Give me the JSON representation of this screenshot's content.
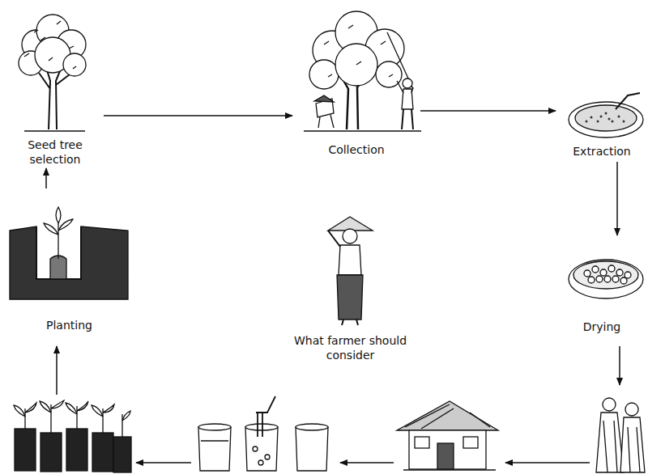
{
  "diagram": {
    "nodes": [
      {
        "text": [
          "Seed tree selection"
        ]
      },
      {
        "text": [
          "Collection"
        ]
      },
      {
        "text": [
          "Extraction"
        ]
      },
      {
        "text": [
          "Drying"
        ]
      },
      {
        "text": [
          "Planting"
        ]
      }
    ],
    "edges": [
      {
        "from": 0,
        "to": 1,
        "arrow": "to"
      },
      {
        "from": 1,
        "to": 2,
        "arrow": "to"
      },
      {
        "from": 2,
        "to": 3,
        "arrow": "to"
      },
      {
        "from": 4,
        "to": 0,
        "arrow": "to"
      }
    ],
    "labels": [
      "What farmer should consider"
    ]
  }
}
